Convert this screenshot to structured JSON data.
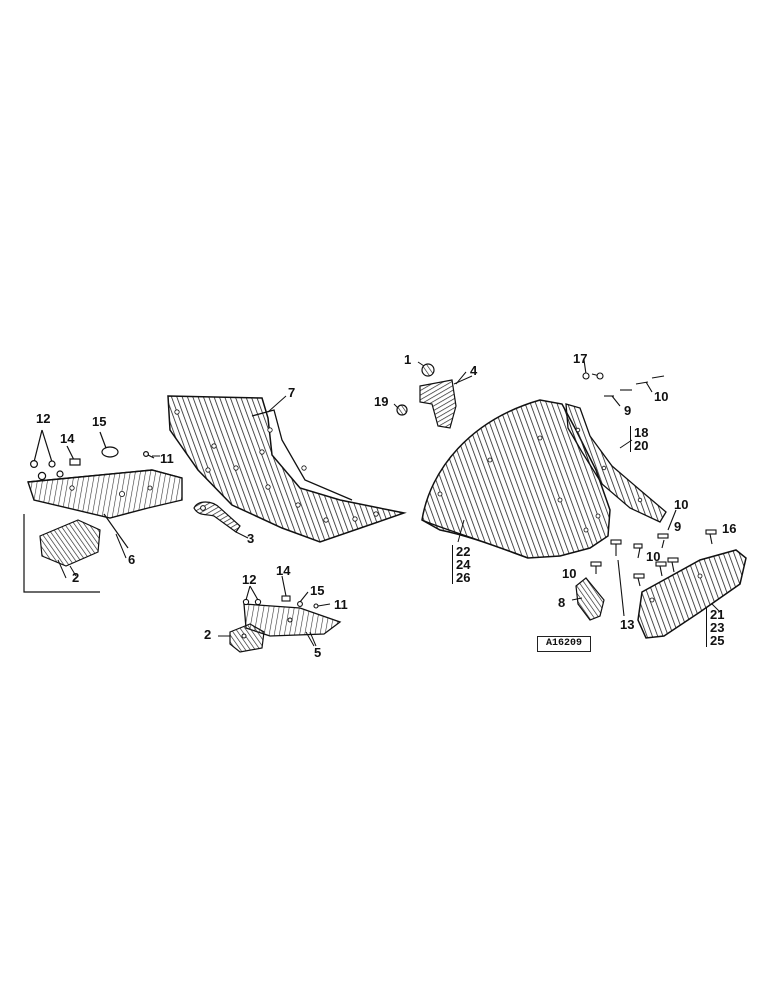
{
  "diagram": {
    "reference_code": "A16209",
    "callouts": {
      "c1": "1",
      "c2a": "2",
      "c2b": "2",
      "c3": "3",
      "c4": "4",
      "c5": "5",
      "c6": "6",
      "c7": "7",
      "c8": "8",
      "c9a": "9",
      "c9b": "9",
      "c10a": "10",
      "c10b": "10",
      "c10c": "10",
      "c10d": "10",
      "c11a": "11",
      "c11b": "11",
      "c12a": "12",
      "c12b": "12",
      "c13": "13",
      "c14a": "14",
      "c14b": "14",
      "c15a": "15",
      "c15b": "15",
      "c16": "16",
      "c17": "17",
      "c19": "19",
      "g18_20": [
        "18",
        "20"
      ],
      "g22_24_26": [
        "22",
        "24",
        "26"
      ],
      "g21_23_25": [
        "21",
        "23",
        "25"
      ]
    }
  }
}
